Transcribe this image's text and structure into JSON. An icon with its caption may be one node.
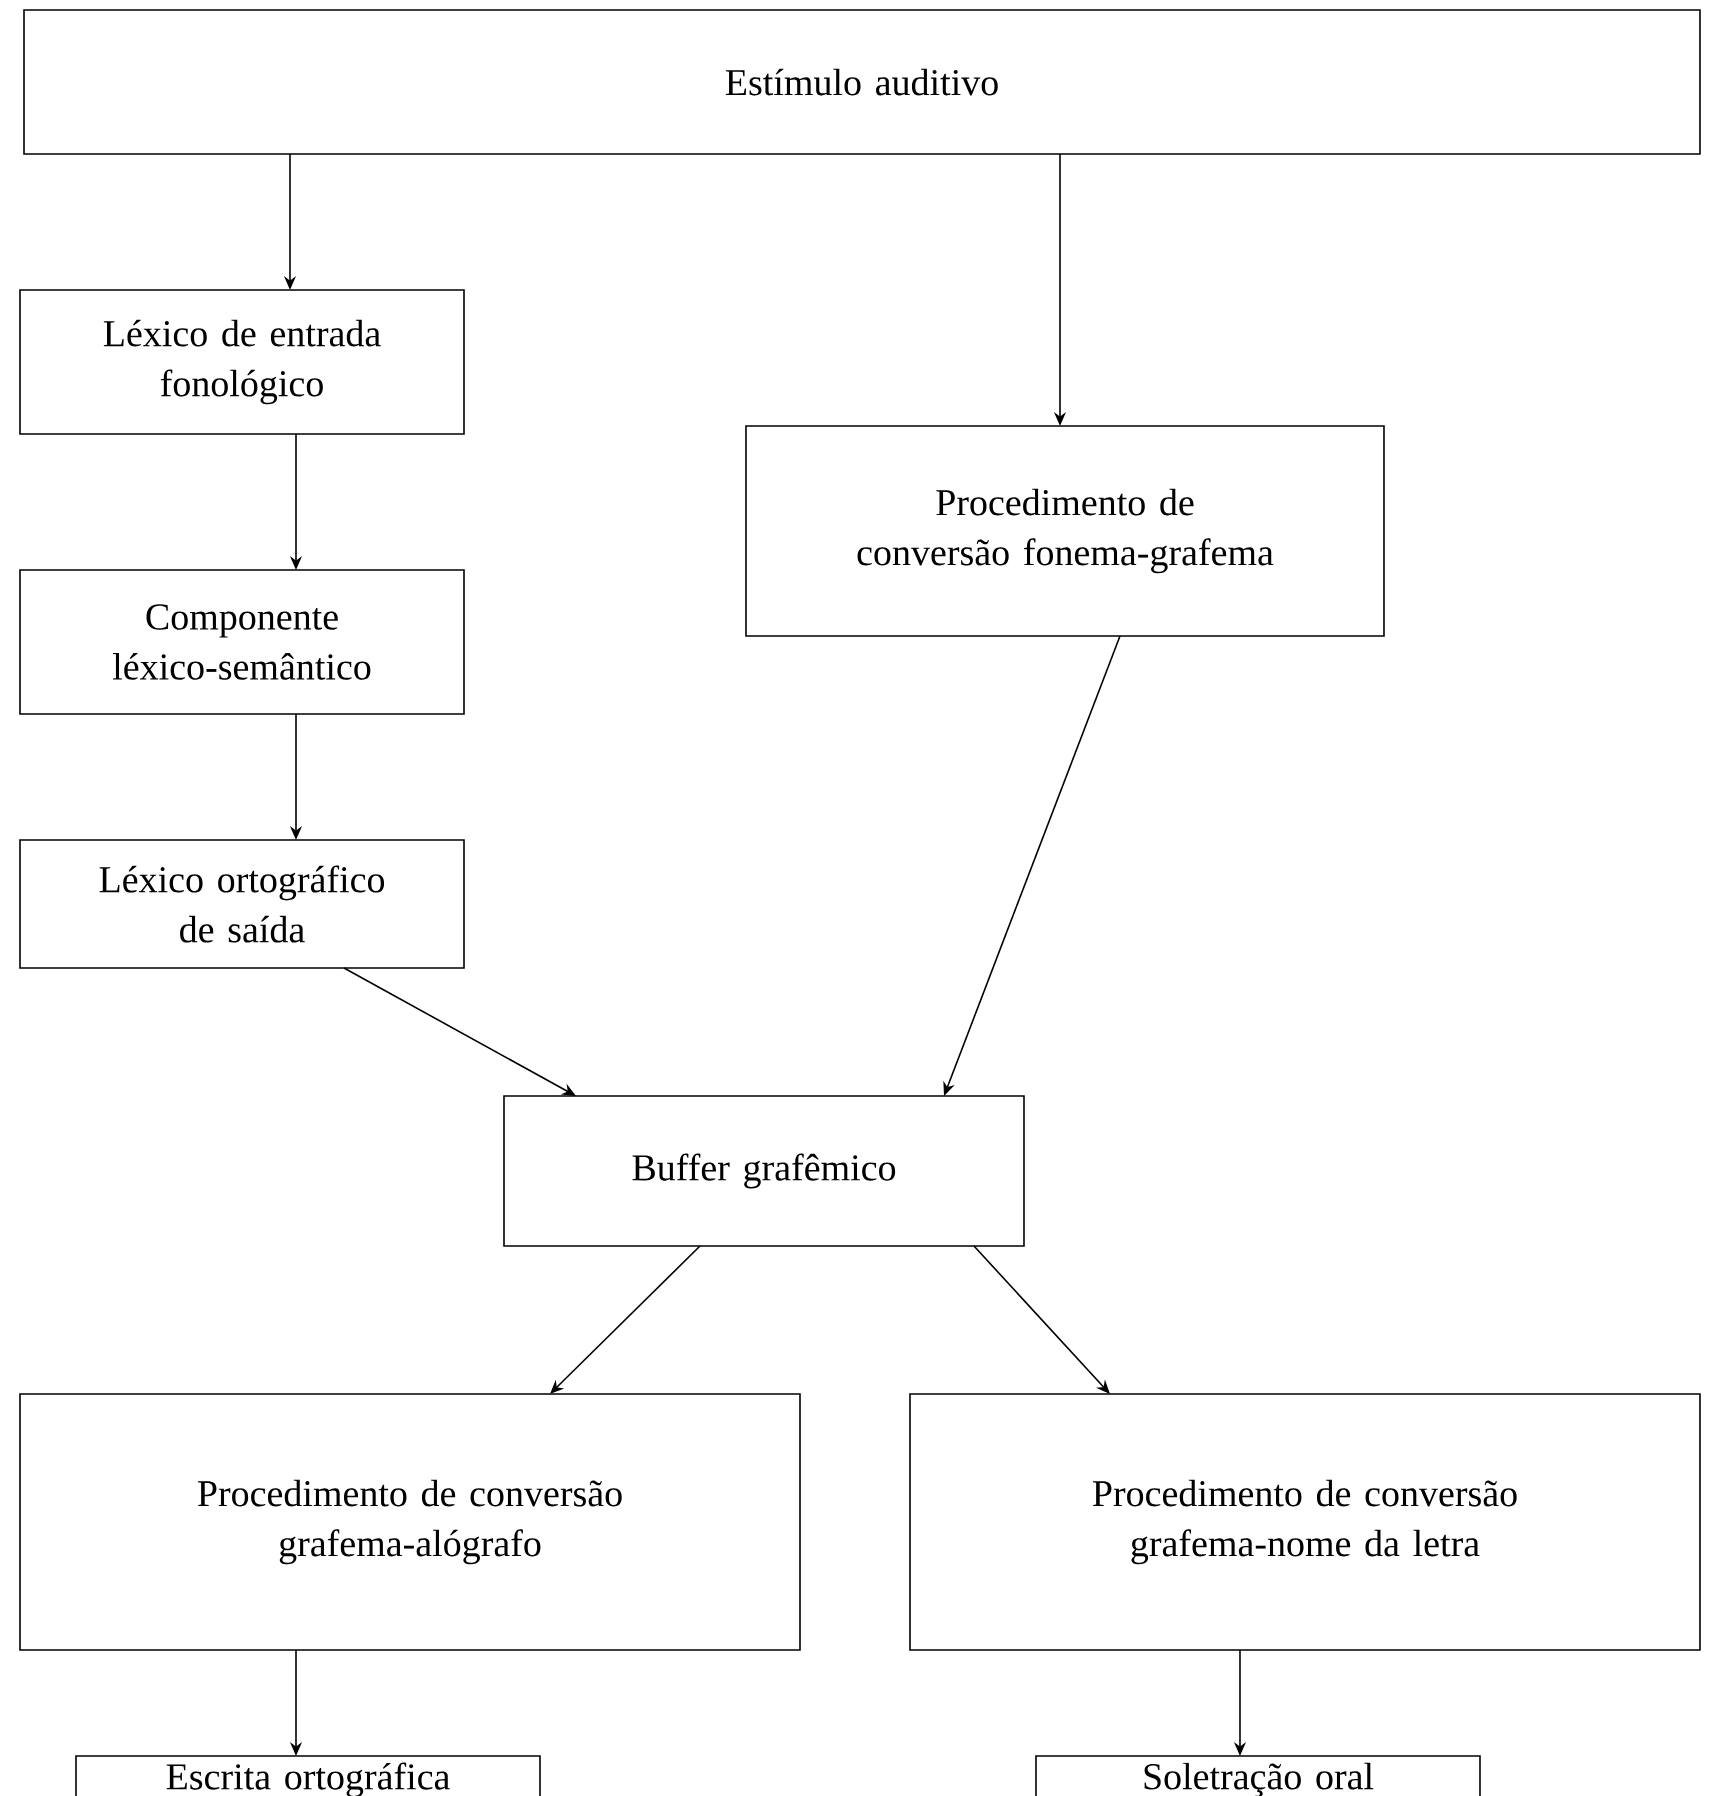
{
  "diagram": {
    "nodes": [
      {
        "text": [
          "Estímulo auditivo"
        ]
      },
      {
        "text": [
          "Léxico de entrada fonológico"
        ]
      },
      {
        "text": [
          "Componente léxico-semântico"
        ]
      },
      {
        "text": [
          "Léxico ortográfico de saída"
        ]
      },
      {
        "text": [
          "Procedimento de conversão fonema-grafema"
        ]
      },
      {
        "text": [
          "Buffer grafêmico"
        ]
      },
      {
        "text": [
          "Procedimento de conversão grafema-alógrafo"
        ]
      },
      {
        "text": [
          "Procedimento de conversão grafema-nome da letra"
        ]
      },
      {
        "text": [
          "Escrita ortográfica"
        ]
      },
      {
        "text": [
          "Soletração oral"
        ]
      }
    ],
    "edges": [
      {
        "from": 0,
        "to": 1,
        "arrow": "to"
      },
      {
        "from": 0,
        "to": 4,
        "arrow": "to"
      },
      {
        "from": 1,
        "to": 2,
        "arrow": "to"
      },
      {
        "from": 2,
        "to": 3,
        "arrow": "to"
      },
      {
        "from": 3,
        "to": 5,
        "arrow": "to"
      },
      {
        "from": 4,
        "to": 5,
        "arrow": "to"
      },
      {
        "from": 5,
        "to": 6,
        "arrow": "to"
      },
      {
        "from": 5,
        "to": 7,
        "arrow": "to"
      },
      {
        "from": 6,
        "to": 8,
        "arrow": "to"
      },
      {
        "from": 7,
        "to": 9,
        "arrow": "to"
      }
    ]
  }
}
